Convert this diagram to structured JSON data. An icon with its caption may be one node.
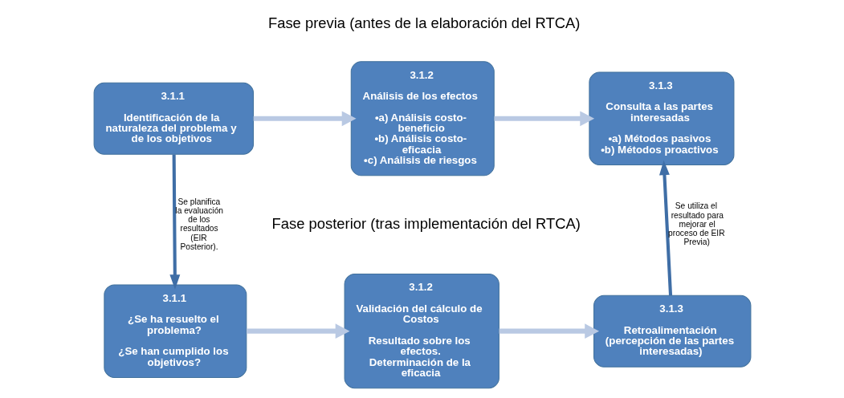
{
  "diagram": {
    "nodes": [
      {
        "text": [
          "3.1.1",
          "Identificación de la naturaleza del problema y de los objetivos"
        ]
      },
      {
        "text": [
          "3.1.2",
          "Análisis de los efectos",
          "•a) Análisis costo-beneficio",
          "•b) Análisis costo-eficacia",
          "•c) Análisis de riesgos"
        ]
      },
      {
        "text": [
          "3.1.3",
          "Consulta a las partes interesadas",
          "•a) Métodos pasivos",
          "•b) Métodos proactivos"
        ]
      },
      {
        "text": [
          "3.1.1",
          "¿Se ha resuelto el problema?",
          "¿Se han cumplido los objetivos?"
        ]
      },
      {
        "text": [
          "3.1.2",
          "Validación del cálculo de Costos",
          "Resultado sobre los efectos.",
          "Determinación de la eficacia"
        ]
      },
      {
        "text": [
          "3.1.3",
          "Retroalimentación (percepción de las partes interesadas)"
        ]
      }
    ],
    "edges": [
      {
        "from": 0,
        "to": 1,
        "arrow": "to"
      },
      {
        "from": 1,
        "to": 2,
        "arrow": "to"
      },
      {
        "from": 0,
        "to": 3,
        "arrow": "to",
        "label": "Se planifica la evaluación de los resultados (EIR Posterior).",
        "color": "#3f6ea6"
      },
      {
        "from": 3,
        "to": 4,
        "arrow": "to"
      },
      {
        "from": 4,
        "to": 5,
        "arrow": "to"
      },
      {
        "from": 5,
        "to": 2,
        "arrow": "to",
        "label": "Se utiliza el resultado para mejorar el proceso de EIR Previa)",
        "color": "#3f6ea6"
      }
    ],
    "labels": [
      "Fase previa (antes de la elaboración del RTCA)",
      "Fase posterior (tras implementación del RTCA)"
    ]
  }
}
